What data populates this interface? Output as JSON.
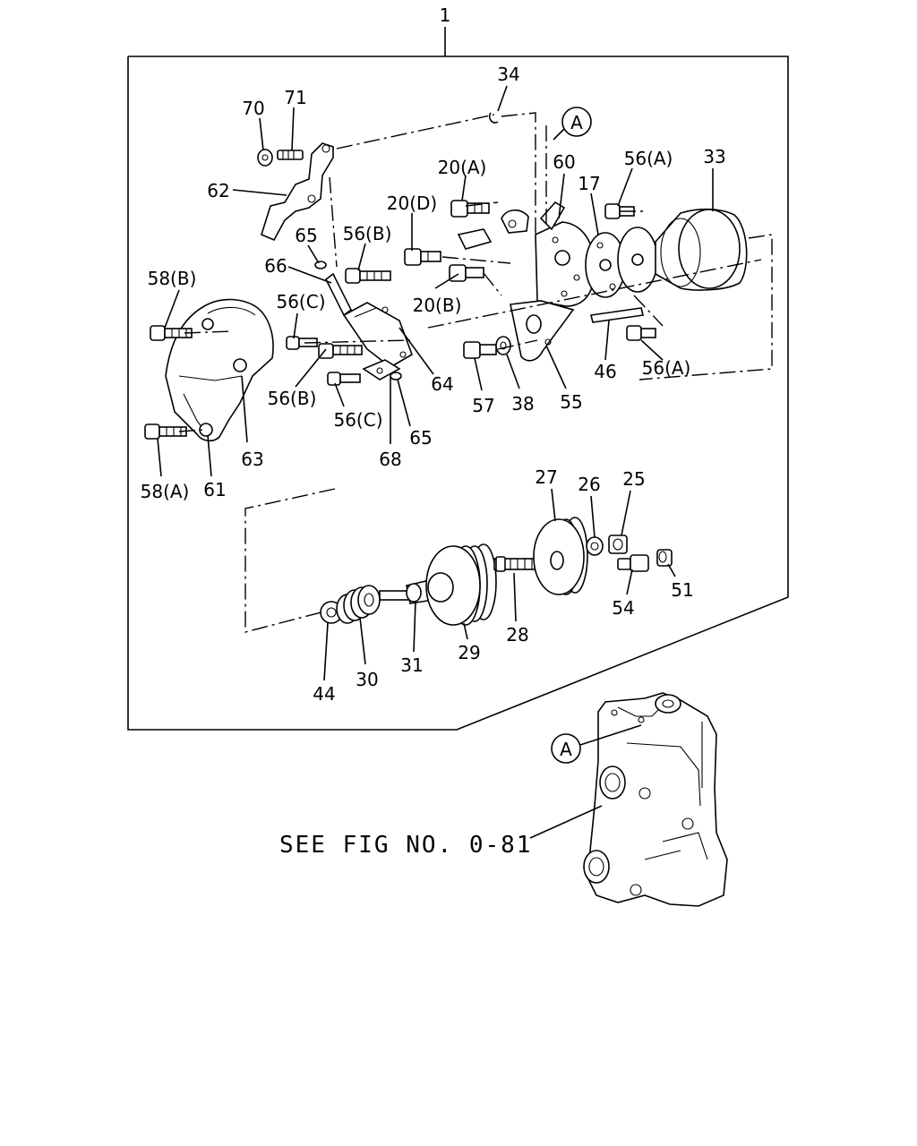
{
  "labels": {
    "l1": "1",
    "l34": "34",
    "l70": "70",
    "l71": "71",
    "l62": "62",
    "l20a": "20(A)",
    "l60": "60",
    "l17": "17",
    "l56a_top": "56(A)",
    "l33": "33",
    "l20d": "20(D)",
    "l65_top": "65",
    "l56b_top": "56(B)",
    "l66": "66",
    "l58b": "58(B)",
    "l56c_top": "56(C)",
    "l20b": "20(B)",
    "l64": "64",
    "l56b_bot": "56(B)",
    "l56c_bot": "56(C)",
    "l65_bot": "65",
    "l68": "68",
    "l57": "57",
    "l38": "38",
    "l55": "55",
    "l46": "46",
    "l56a_bot": "56(A)",
    "l63": "63",
    "l58a": "58(A)",
    "l61": "61",
    "l27": "27",
    "l26": "26",
    "l25": "25",
    "l54": "54",
    "l51": "51",
    "l28": "28",
    "l29": "29",
    "l31": "31",
    "l30": "30",
    "l44": "44"
  },
  "callouts": {
    "ref_a_top": "A",
    "ref_a_bottom": "A"
  },
  "see_fig": "SEE FIG NO. 0-81"
}
